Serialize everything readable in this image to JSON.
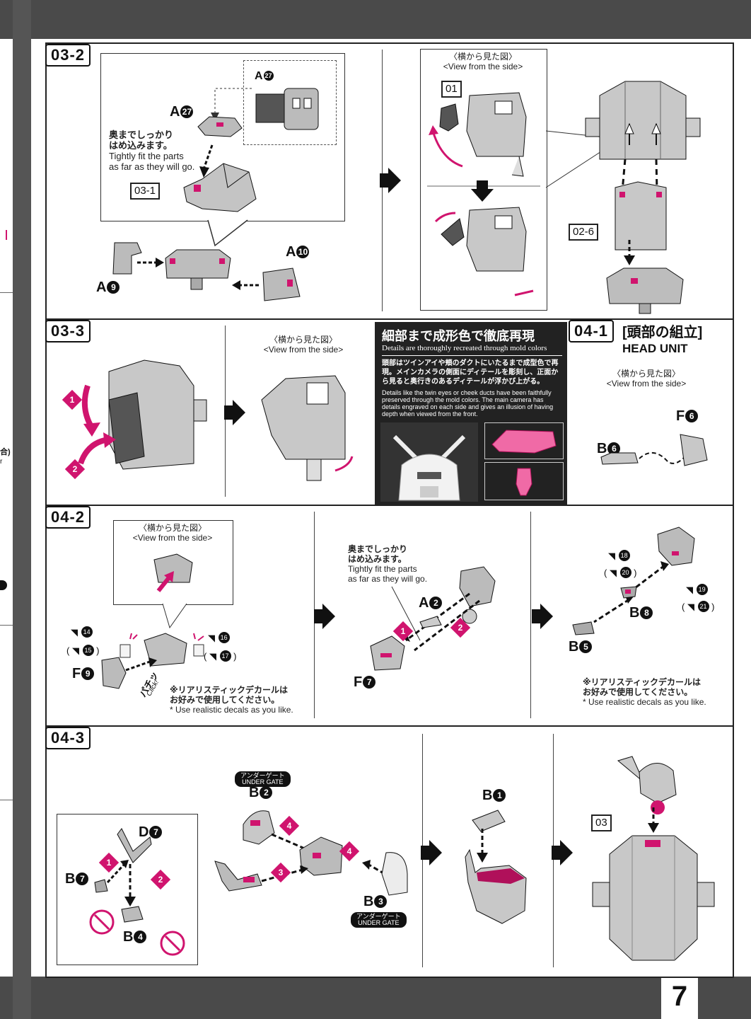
{
  "page_number": "7",
  "prev_page_fragments": [
    "合)",
    "r"
  ],
  "steps": {
    "s03_2": {
      "label": "03-2",
      "fit_note_jp": "奥までしっかり\nはめ込みます。",
      "fit_note_en": "Tightly fit the parts\nas far as they will go.",
      "ref_03_1": "03-1",
      "part_a27": "A",
      "part_a27_num": "27",
      "part_a9": "A",
      "part_a9_num": "9",
      "part_a10": "A",
      "part_a10_num": "10",
      "side_jp": "〈横から見た図〉",
      "side_en": "<View from the side>",
      "ref_01": "01",
      "ref_02_6": "02-6"
    },
    "s03_3": {
      "label": "03-3",
      "side_jp": "〈横から見た図〉",
      "side_en": "<View from the side>"
    },
    "feature": {
      "title_jp": "細部まで成形色で徹底再現",
      "title_en": "Details are thoroughly recreated through mold colors",
      "body_jp": "頭部はツインアイや頬のダクトにいたるまで成型色で再現。メインカメラの側面にディテールを彫刻し、正面から見ると奥行きのあるディテールが浮かび上がる。",
      "body_en": "Details like the twin eyes or cheek ducts have been faithfully preserved through the mold colors. The main camera has details engraved on each side and gives an illusion of having depth when viewed from the front."
    },
    "s04_1": {
      "label": "04-1",
      "title_jp": "[頭部の組立]",
      "title_en": "HEAD UNIT",
      "side_jp": "〈横から見た図〉",
      "side_en": "<View from the side>",
      "part_f6": "F",
      "part_f6_num": "6",
      "part_b6": "B",
      "part_b6_num": "6"
    },
    "s04_2": {
      "label": "04-2",
      "side_jp": "〈横から見た図〉",
      "side_en": "<View from the side>",
      "decal_14": "14",
      "decal_15": "15",
      "decal_16": "16",
      "decal_17": "17",
      "part_f9": "F",
      "part_f9_num": "9",
      "click_jp": "パチッ",
      "click_en": "Click!",
      "decal_note_jp": "※リアリスティックデカールは\nお好みで使用してください。",
      "decal_note_en": "* Use realistic decals as you like.",
      "fit_note_jp": "奥までしっかり\nはめ込みます。",
      "fit_note_en": "Tightly fit the parts\nas far as they will go.",
      "part_a2": "A",
      "part_a2_num": "2",
      "part_f7": "F",
      "part_f7_num": "7",
      "decal_18": "18",
      "decal_20": "20",
      "decal_19": "19",
      "decal_21": "21",
      "part_b8": "B",
      "part_b8_num": "8",
      "part_b5": "B",
      "part_b5_num": "5",
      "decal_note2_jp": "※リアリスティックデカールは\nお好みで使用してください。",
      "decal_note2_en": "* Use realistic decals as you like."
    },
    "s04_3": {
      "label": "04-3",
      "part_d7": "D",
      "part_d7_num": "7",
      "part_b7": "B",
      "part_b7_num": "7",
      "part_b4": "B",
      "part_b4_num": "4",
      "part_b2": "B",
      "part_b2_num": "2",
      "part_b3": "B",
      "part_b3_num": "3",
      "part_b1": "B",
      "part_b1_num": "1",
      "under_gate_jp": "アンダーゲート",
      "under_gate_en": "UNDER GATE",
      "ref_03": "03"
    }
  },
  "colors": {
    "accent": "#d0146e",
    "ink": "#111111",
    "part_gray": "#b8b8b8"
  }
}
